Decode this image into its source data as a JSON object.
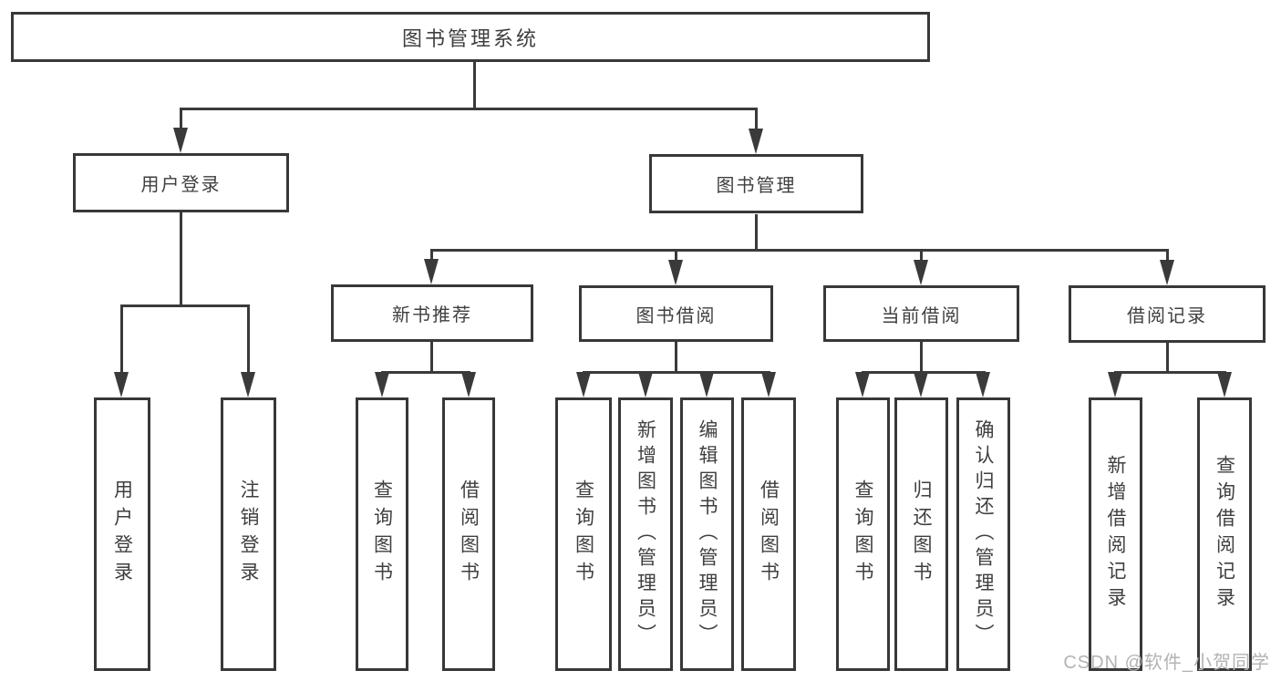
{
  "tree": {
    "root": {
      "label": "图书管理系统"
    },
    "branches": [
      {
        "label": "用户登录",
        "children": [
          {
            "label": "用户登录"
          },
          {
            "label": "注销登录"
          }
        ]
      },
      {
        "label": "图书管理",
        "children": [
          {
            "label": "新书推荐",
            "children": [
              {
                "label": "查询图书"
              },
              {
                "label": "借阅图书"
              }
            ]
          },
          {
            "label": "图书借阅",
            "children": [
              {
                "label": "查询图书"
              },
              {
                "label": "新增图书（管理员）"
              },
              {
                "label": "编辑图书（管理员）"
              },
              {
                "label": "借阅图书"
              }
            ]
          },
          {
            "label": "当前借阅",
            "children": [
              {
                "label": "查询图书"
              },
              {
                "label": "归还图书"
              },
              {
                "label": "确认归还（管理员）"
              }
            ]
          },
          {
            "label": "借阅记录",
            "children": [
              {
                "label": "新增借阅记录"
              },
              {
                "label": "查询借阅记录"
              }
            ]
          }
        ]
      }
    ]
  },
  "watermark": {
    "text": "CSDN @软件_小贺同学"
  },
  "colors": {
    "line": "#3a3a3a",
    "border": "#383838",
    "text": "#3f3f3f",
    "watermark": "#b3b3b3",
    "background": "#ffffff"
  }
}
